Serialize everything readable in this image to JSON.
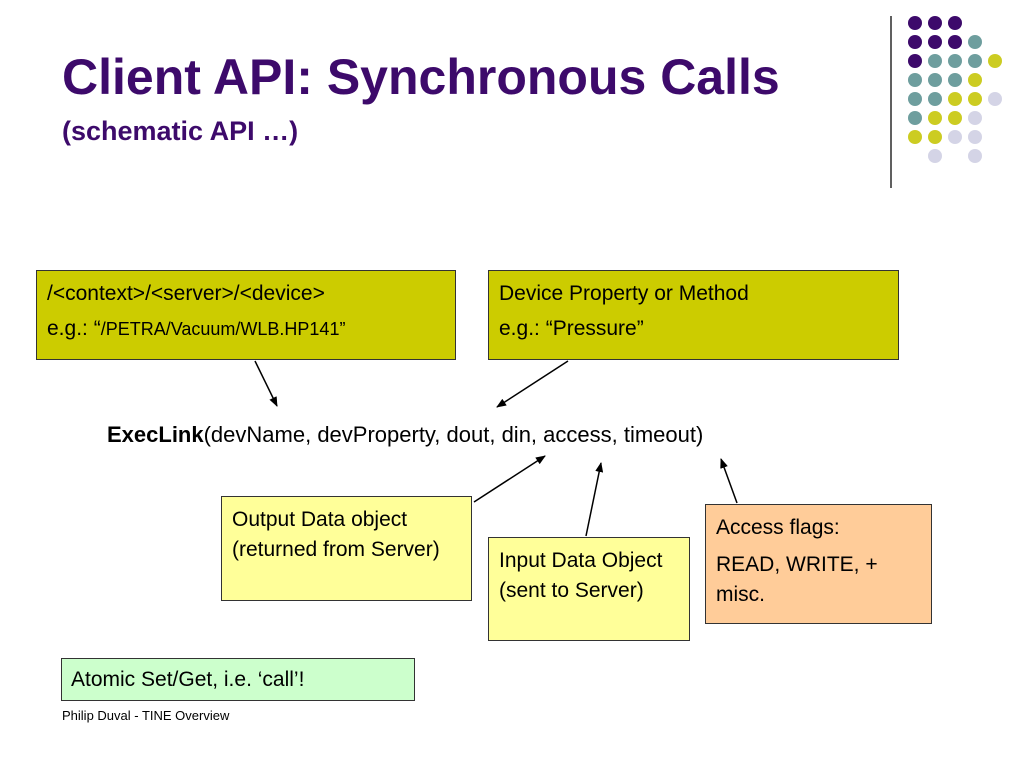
{
  "slide": {
    "title": "Client API: Synchronous Calls",
    "subtitle": "(schematic API …)",
    "footer": "Philip Duval - TINE Overview"
  },
  "signature": {
    "func": "ExecLink",
    "args": "(devName, devProperty, dout, din, access, timeout)"
  },
  "boxes": {
    "device_name": {
      "line1": "/<context>/<server>/<device>",
      "line2_prefix": "e.g.: “",
      "line2_value": "/PETRA/Vacuum/WLB.HP141”"
    },
    "property": {
      "line1": "Device Property or Method",
      "line2": "e.g.: “Pressure”"
    },
    "output": {
      "text": "Output Data object (returned from Server)"
    },
    "input": {
      "text": "Input Data Object (sent to Server)"
    },
    "access": {
      "line1": "Access flags:",
      "line2": "READ, WRITE, + misc."
    },
    "atomic": {
      "text": "Atomic Set/Get, i.e. ‘call’!"
    }
  },
  "colors": {
    "title": "#3d0a6b",
    "box_olive": "#cccc00",
    "box_yellow": "#ffff99",
    "box_peach": "#ffcc99",
    "box_green": "#ccffcc",
    "dot_purple": "#3d0a6b",
    "dot_teal": "#6e9e9e",
    "dot_olive": "#cccc22",
    "dot_lavender": "#d4d4e6"
  }
}
